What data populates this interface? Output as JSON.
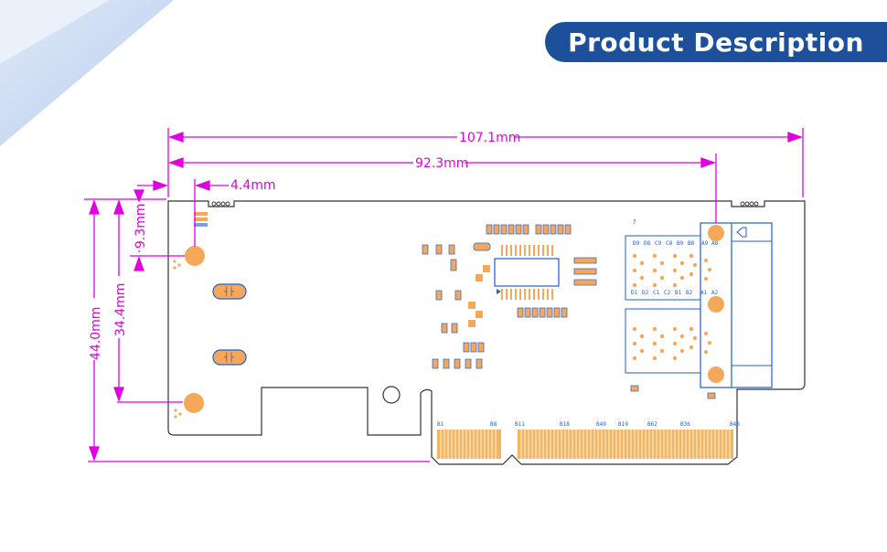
{
  "banner": {
    "title": "Product Description"
  },
  "dimensions": {
    "total_length": "107.1mm",
    "bracket_length": "92.3mm",
    "edge_offset": "4.4mm",
    "total_height": "44.0mm",
    "hole_spacing": "34.4mm",
    "top_hole": "9.3mm"
  },
  "board": {
    "unknown_mark": "?",
    "pin_labels": [
      "B1",
      "B8",
      "B11",
      "B18",
      "B19",
      "B36",
      "B48",
      "B49",
      "B62"
    ],
    "port_labels": [
      "D9",
      "D8",
      "C9",
      "C8",
      "B9",
      "B8",
      "A9",
      "A8",
      "D1",
      "D2",
      "C1",
      "C2",
      "B1",
      "B2",
      "A1",
      "A2"
    ]
  },
  "colors": {
    "dimension": "#e000e0",
    "pad": "#f5a85a",
    "outline": "#333333",
    "banner": "#1d4f9a",
    "silk": "#1f5fd6"
  }
}
